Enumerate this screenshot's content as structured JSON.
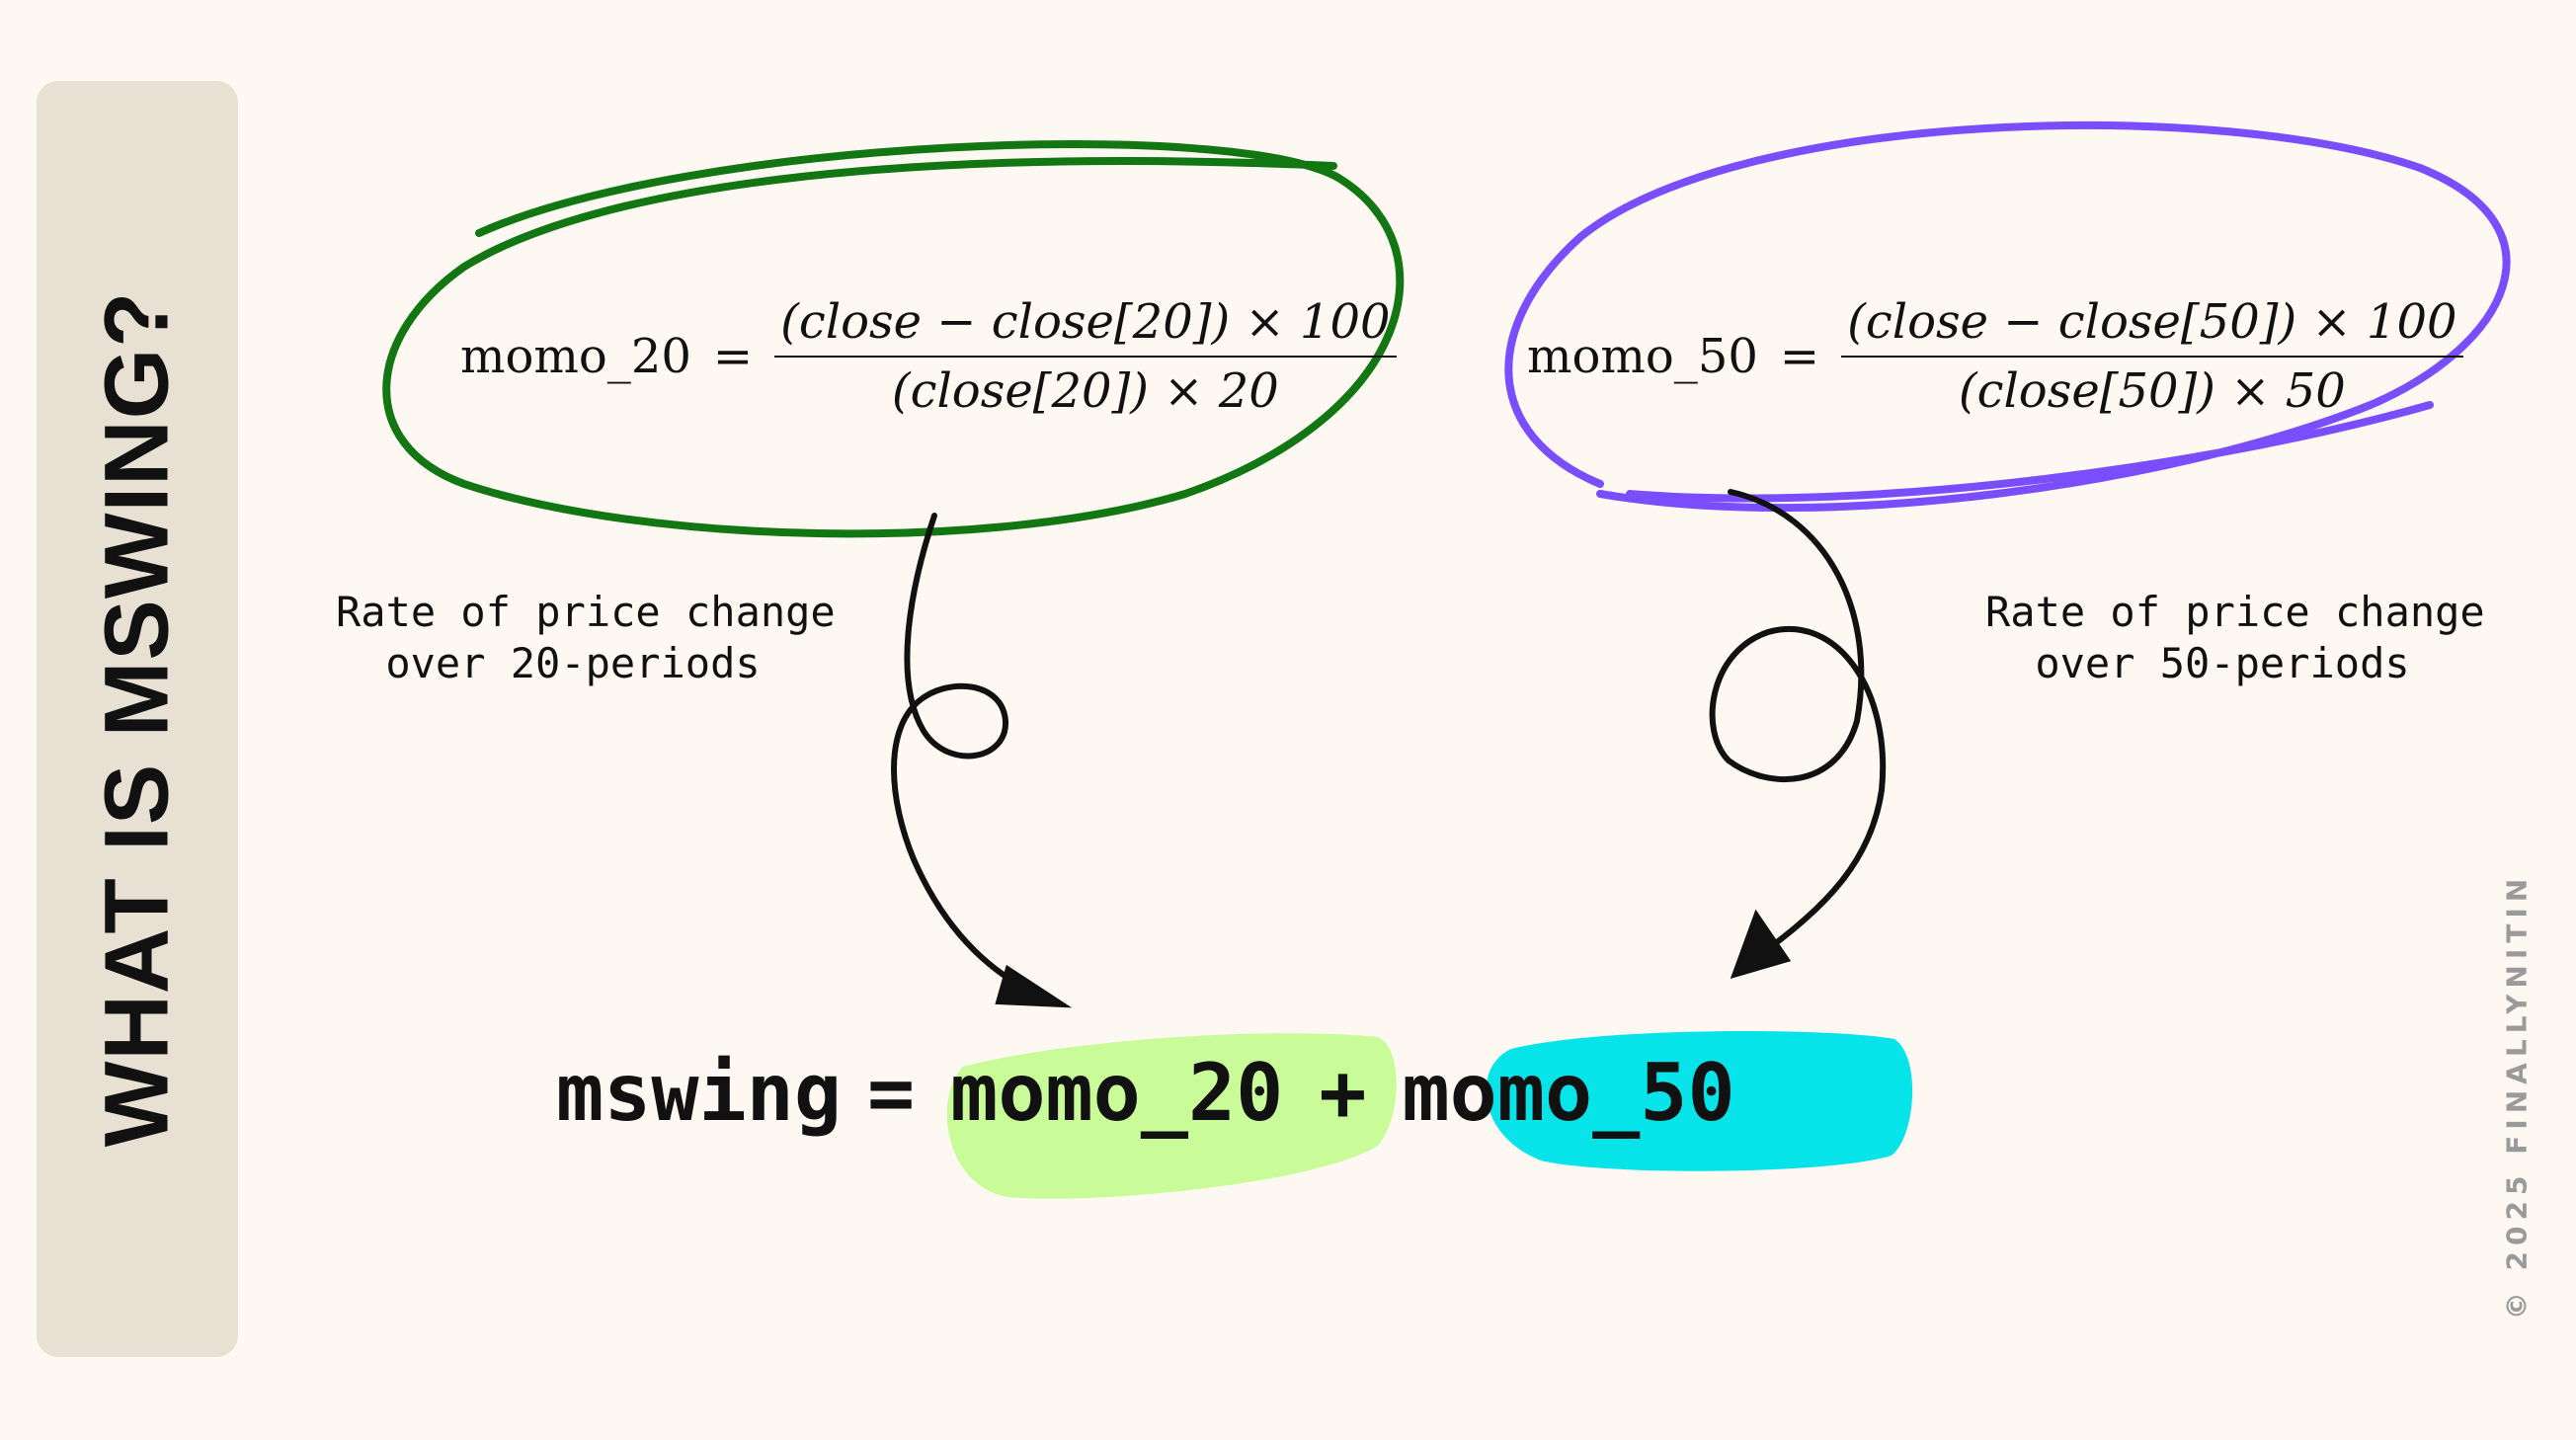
{
  "sidebar": {
    "title": "WHAT IS MSWING?"
  },
  "formulas": {
    "momo20": {
      "lhs": "momo_20",
      "equals": "=",
      "numerator": "(close − close[20]) × 100",
      "denominator": "(close[20]) × 20",
      "caption_line1": "Rate of price change",
      "caption_line2": "over 20-periods",
      "circle_color": "#127612"
    },
    "momo50": {
      "lhs": "momo_50",
      "equals": "=",
      "numerator": "(close − close[50]) × 100",
      "denominator": "(close[50]) × 50",
      "caption_line1": "Rate of price change",
      "caption_line2": "over 50-periods",
      "circle_color": "#7a4dff"
    }
  },
  "equation": {
    "lhs": "mswing",
    "equals": "=",
    "term1": "momo_20",
    "plus": "+",
    "term2": "momo_50",
    "term1_highlight": "#c9fb98",
    "term2_highlight": "#06e4ea"
  },
  "copyright": "© 2025 FINALLYNITIN"
}
